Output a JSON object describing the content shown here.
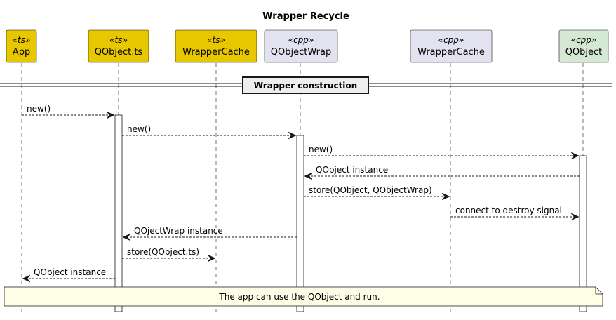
{
  "title": "Wrapper Recycle",
  "colors": {
    "ts": "#e6c700",
    "cpp": "#e2e2f0",
    "cpp_qobject": "#d5e8d4",
    "note": "#fefee6",
    "line": "#181818"
  },
  "participants": [
    {
      "stereotype": "«ts»",
      "name": "App",
      "kind": "ts"
    },
    {
      "stereotype": "«ts»",
      "name": "QObject.ts",
      "kind": "ts"
    },
    {
      "stereotype": "«ts»",
      "name": "WrapperCache",
      "kind": "ts"
    },
    {
      "stereotype": "«cpp»",
      "name": "QObjectWrap",
      "kind": "cpp"
    },
    {
      "stereotype": "«cpp»",
      "name": "WrapperCache",
      "kind": "cpp"
    },
    {
      "stereotype": "«cpp»",
      "name": "QObject",
      "kind": "cpp_qobject"
    }
  ],
  "separator": "Wrapper construction",
  "messages": [
    {
      "from": 0,
      "to": 1,
      "label": "new()"
    },
    {
      "from": 1,
      "to": 3,
      "label": "new()"
    },
    {
      "from": 3,
      "to": 5,
      "label": "new()"
    },
    {
      "from": 5,
      "to": 3,
      "label": "QObject instance"
    },
    {
      "from": 3,
      "to": 4,
      "label": "store(QObject, QObjectWrap)"
    },
    {
      "from": 4,
      "to": 5,
      "label": "connect to destroy signal"
    },
    {
      "from": 3,
      "to": 1,
      "label": "QOjectWrap instance"
    },
    {
      "from": 1,
      "to": 2,
      "label": "store(QObject.ts)"
    },
    {
      "from": 1,
      "to": 0,
      "label": "QObject instance"
    }
  ],
  "note": "The app can use the QObject and run."
}
